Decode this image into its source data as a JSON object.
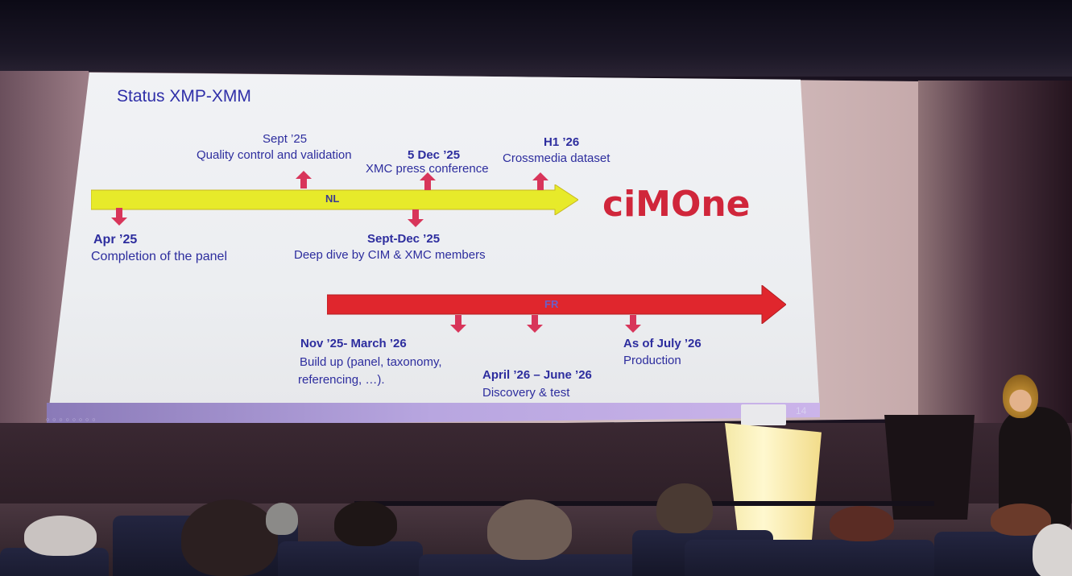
{
  "slide": {
    "title": "Status XMP-XMM",
    "page_number": "14",
    "logo_text": "ciMOne",
    "nl_arrow_label": "NL",
    "fr_arrow_label": "FR",
    "top_milestones": [
      {
        "date": "Sept ’25",
        "text": "Quality control and validation"
      },
      {
        "date": "5 Dec ’25",
        "text": "XMC press conference"
      },
      {
        "date": "H1 ’26",
        "text": "Crossmedia dataset"
      }
    ],
    "bottom_milestones": [
      {
        "date": "Apr ’25",
        "text": "Completion of the panel"
      },
      {
        "date": "Sept-Dec ’25",
        "text": "Deep dive by CIM & XMC members"
      }
    ],
    "fr_milestones": [
      {
        "date": "Nov ’25- March ’26",
        "line1": "Build up (panel, taxonomy,",
        "line2": "referencing, …)."
      },
      {
        "date": "April ’26 – June ’26",
        "line1": "Discovery & test"
      },
      {
        "date": "As of July ’26",
        "line1": "Production"
      }
    ],
    "colors": {
      "text_blue": "#2d2d9e",
      "nl_arrow": "#e7ea2a",
      "fr_arrow": "#e0262d",
      "tick": "#d8355a",
      "logo": "#d0263b"
    }
  }
}
